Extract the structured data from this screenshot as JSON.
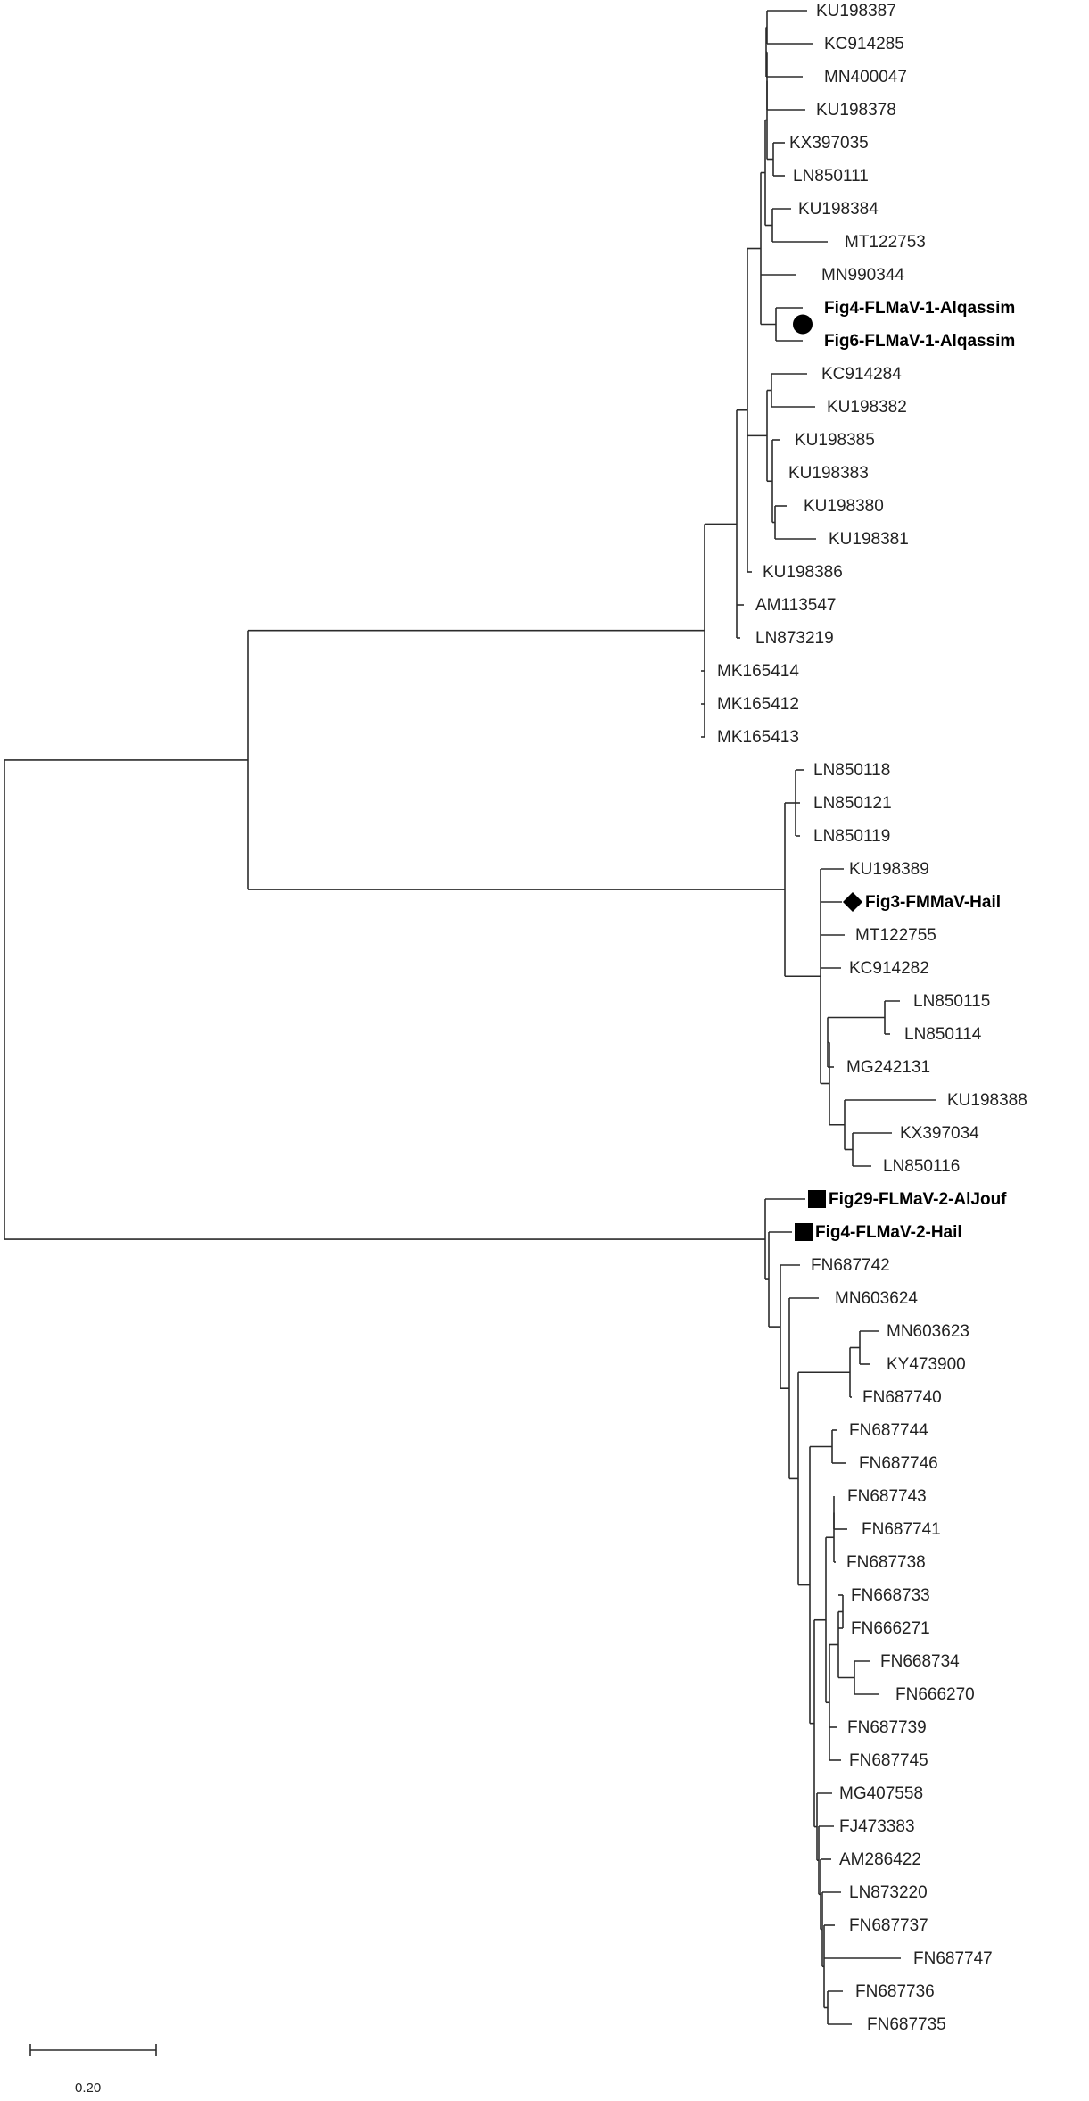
{
  "tree": {
    "scale_bar_label": "0.20",
    "leaves": [
      {
        "label": "KU198387"
      },
      {
        "label": "KC914285"
      },
      {
        "label": "MN400047"
      },
      {
        "label": "KU198378"
      },
      {
        "label": "KX397035"
      },
      {
        "label": "LN850111"
      },
      {
        "label": "KU198384"
      },
      {
        "label": "MT122753"
      },
      {
        "label": "MN990344"
      },
      {
        "label": "Fig4-FLMaV-1-Alqassim",
        "bold": true
      },
      {
        "label": "Fig6-FLMaV-1-Alqassim",
        "bold": true
      },
      {
        "label": "KC914284"
      },
      {
        "label": "KU198382"
      },
      {
        "label": "KU198385"
      },
      {
        "label": "KU198383"
      },
      {
        "label": "KU198380"
      },
      {
        "label": "KU198381"
      },
      {
        "label": "KU198386"
      },
      {
        "label": "AM113547"
      },
      {
        "label": "LN873219"
      },
      {
        "label": "MK165414"
      },
      {
        "label": "MK165412"
      },
      {
        "label": "MK165413"
      },
      {
        "label": "LN850118"
      },
      {
        "label": "LN850121"
      },
      {
        "label": "LN850119"
      },
      {
        "label": "KU198389"
      },
      {
        "label": "Fig3-FMMaV-Hail",
        "bold": true,
        "marker": "diamond"
      },
      {
        "label": "MT122755"
      },
      {
        "label": "KC914282"
      },
      {
        "label": "LN850115"
      },
      {
        "label": "LN850114"
      },
      {
        "label": "MG242131"
      },
      {
        "label": "KU198388"
      },
      {
        "label": "KX397034"
      },
      {
        "label": "LN850116"
      },
      {
        "label": "Fig29-FLMaV-2-AlJouf",
        "bold": true,
        "marker": "square"
      },
      {
        "label": "Fig4-FLMaV-2-Hail",
        "bold": true,
        "marker": "square"
      },
      {
        "label": "FN687742"
      },
      {
        "label": "MN603624"
      },
      {
        "label": "MN603623"
      },
      {
        "label": "KY473900"
      },
      {
        "label": "FN687740"
      },
      {
        "label": "FN687744"
      },
      {
        "label": "FN687746"
      },
      {
        "label": "FN687743"
      },
      {
        "label": "FN687741"
      },
      {
        "label": "FN687738"
      },
      {
        "label": "FN668733"
      },
      {
        "label": "FN666271"
      },
      {
        "label": "FN668734"
      },
      {
        "label": "FN666270"
      },
      {
        "label": "FN687739"
      },
      {
        "label": "FN687745"
      },
      {
        "label": "MG407558"
      },
      {
        "label": "FJ473383"
      },
      {
        "label": "AM286422"
      },
      {
        "label": "LN873220"
      },
      {
        "label": "FN687737"
      },
      {
        "label": "FN687747"
      },
      {
        "label": "FN687736"
      },
      {
        "label": "FN687735"
      }
    ],
    "clade_markers": [
      {
        "shape": "circle",
        "clade": [
          "Fig4-FLMaV-1-Alqassim",
          "Fig6-FLMaV-1-Alqassim"
        ]
      }
    ]
  }
}
